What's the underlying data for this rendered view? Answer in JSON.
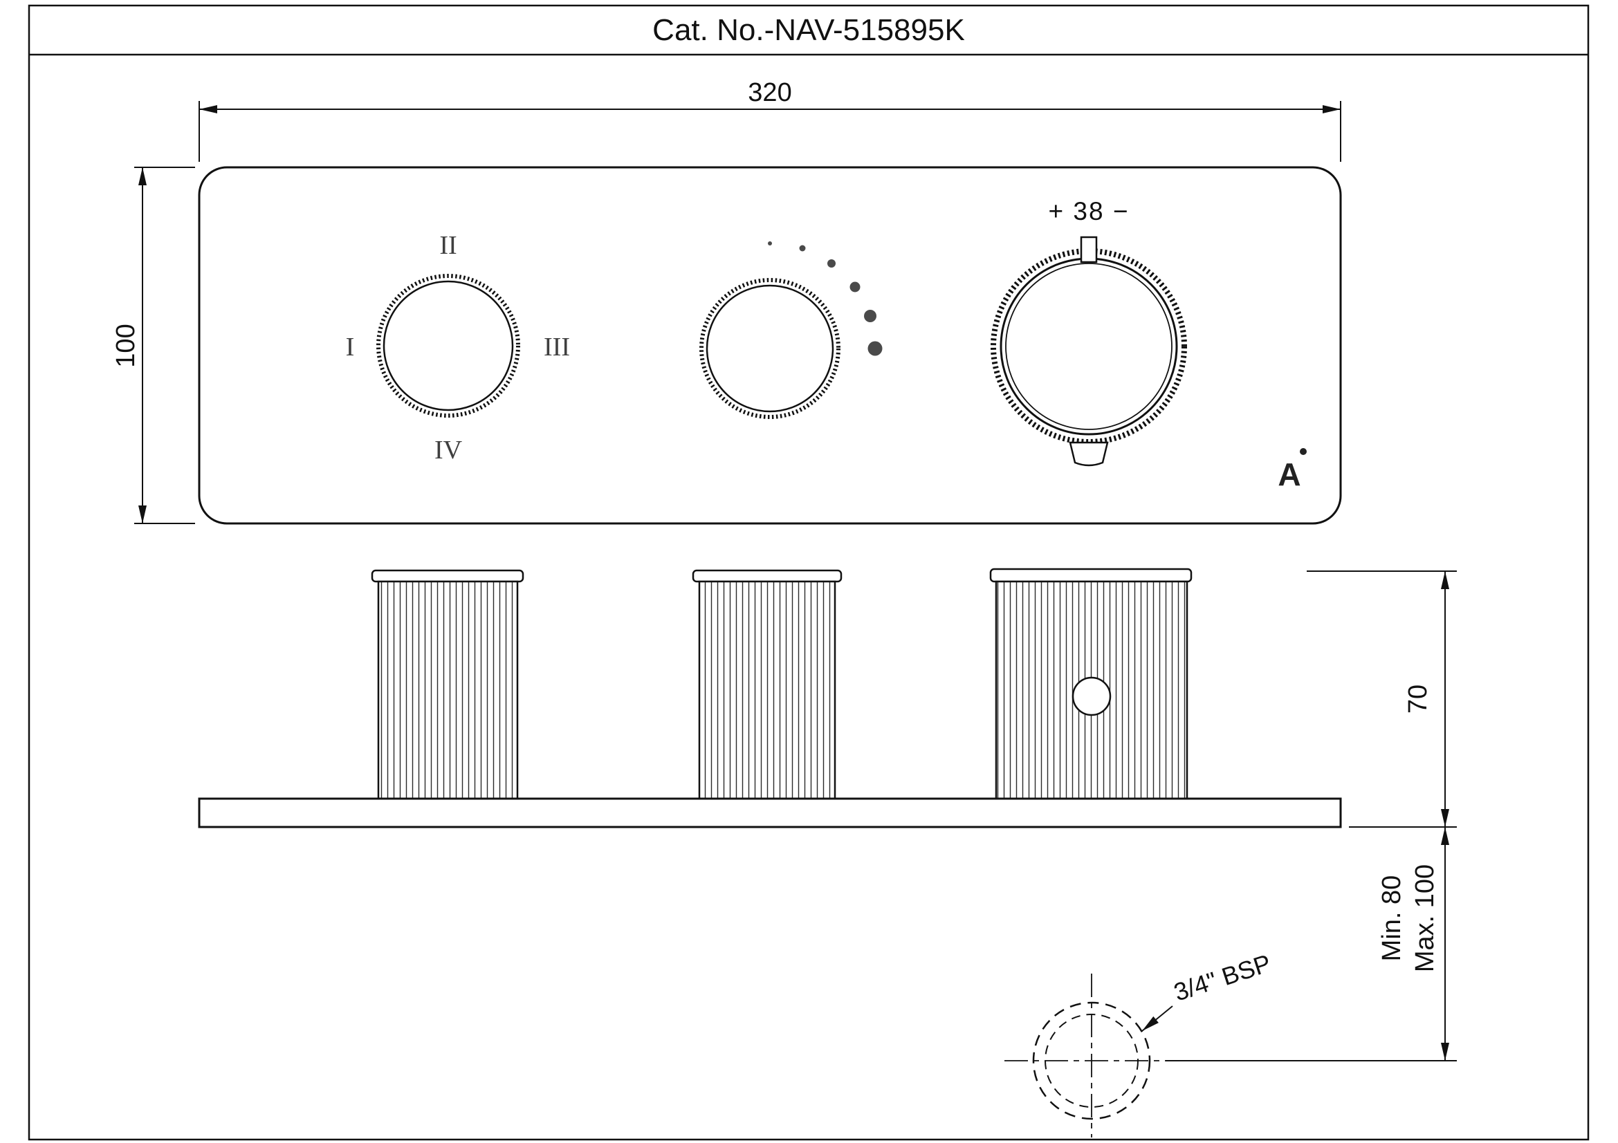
{
  "title_block": {
    "catalog_number": "Cat. No.-NAV-515895K"
  },
  "front_view": {
    "diverter_knob": {
      "position_top": "II",
      "position_left": "I",
      "position_right": "III",
      "position_bottom": "IV"
    },
    "temperature_knob": {
      "scale_label": "+ 38 −"
    },
    "brand": {
      "logo_letter": "A"
    }
  },
  "dimensions": {
    "plate_width": "320",
    "plate_height": "100",
    "handle_projection": "70",
    "install_depth_min": "Min. 80",
    "install_depth_max": "Max. 100",
    "thread_size": "3/4\" BSP"
  }
}
